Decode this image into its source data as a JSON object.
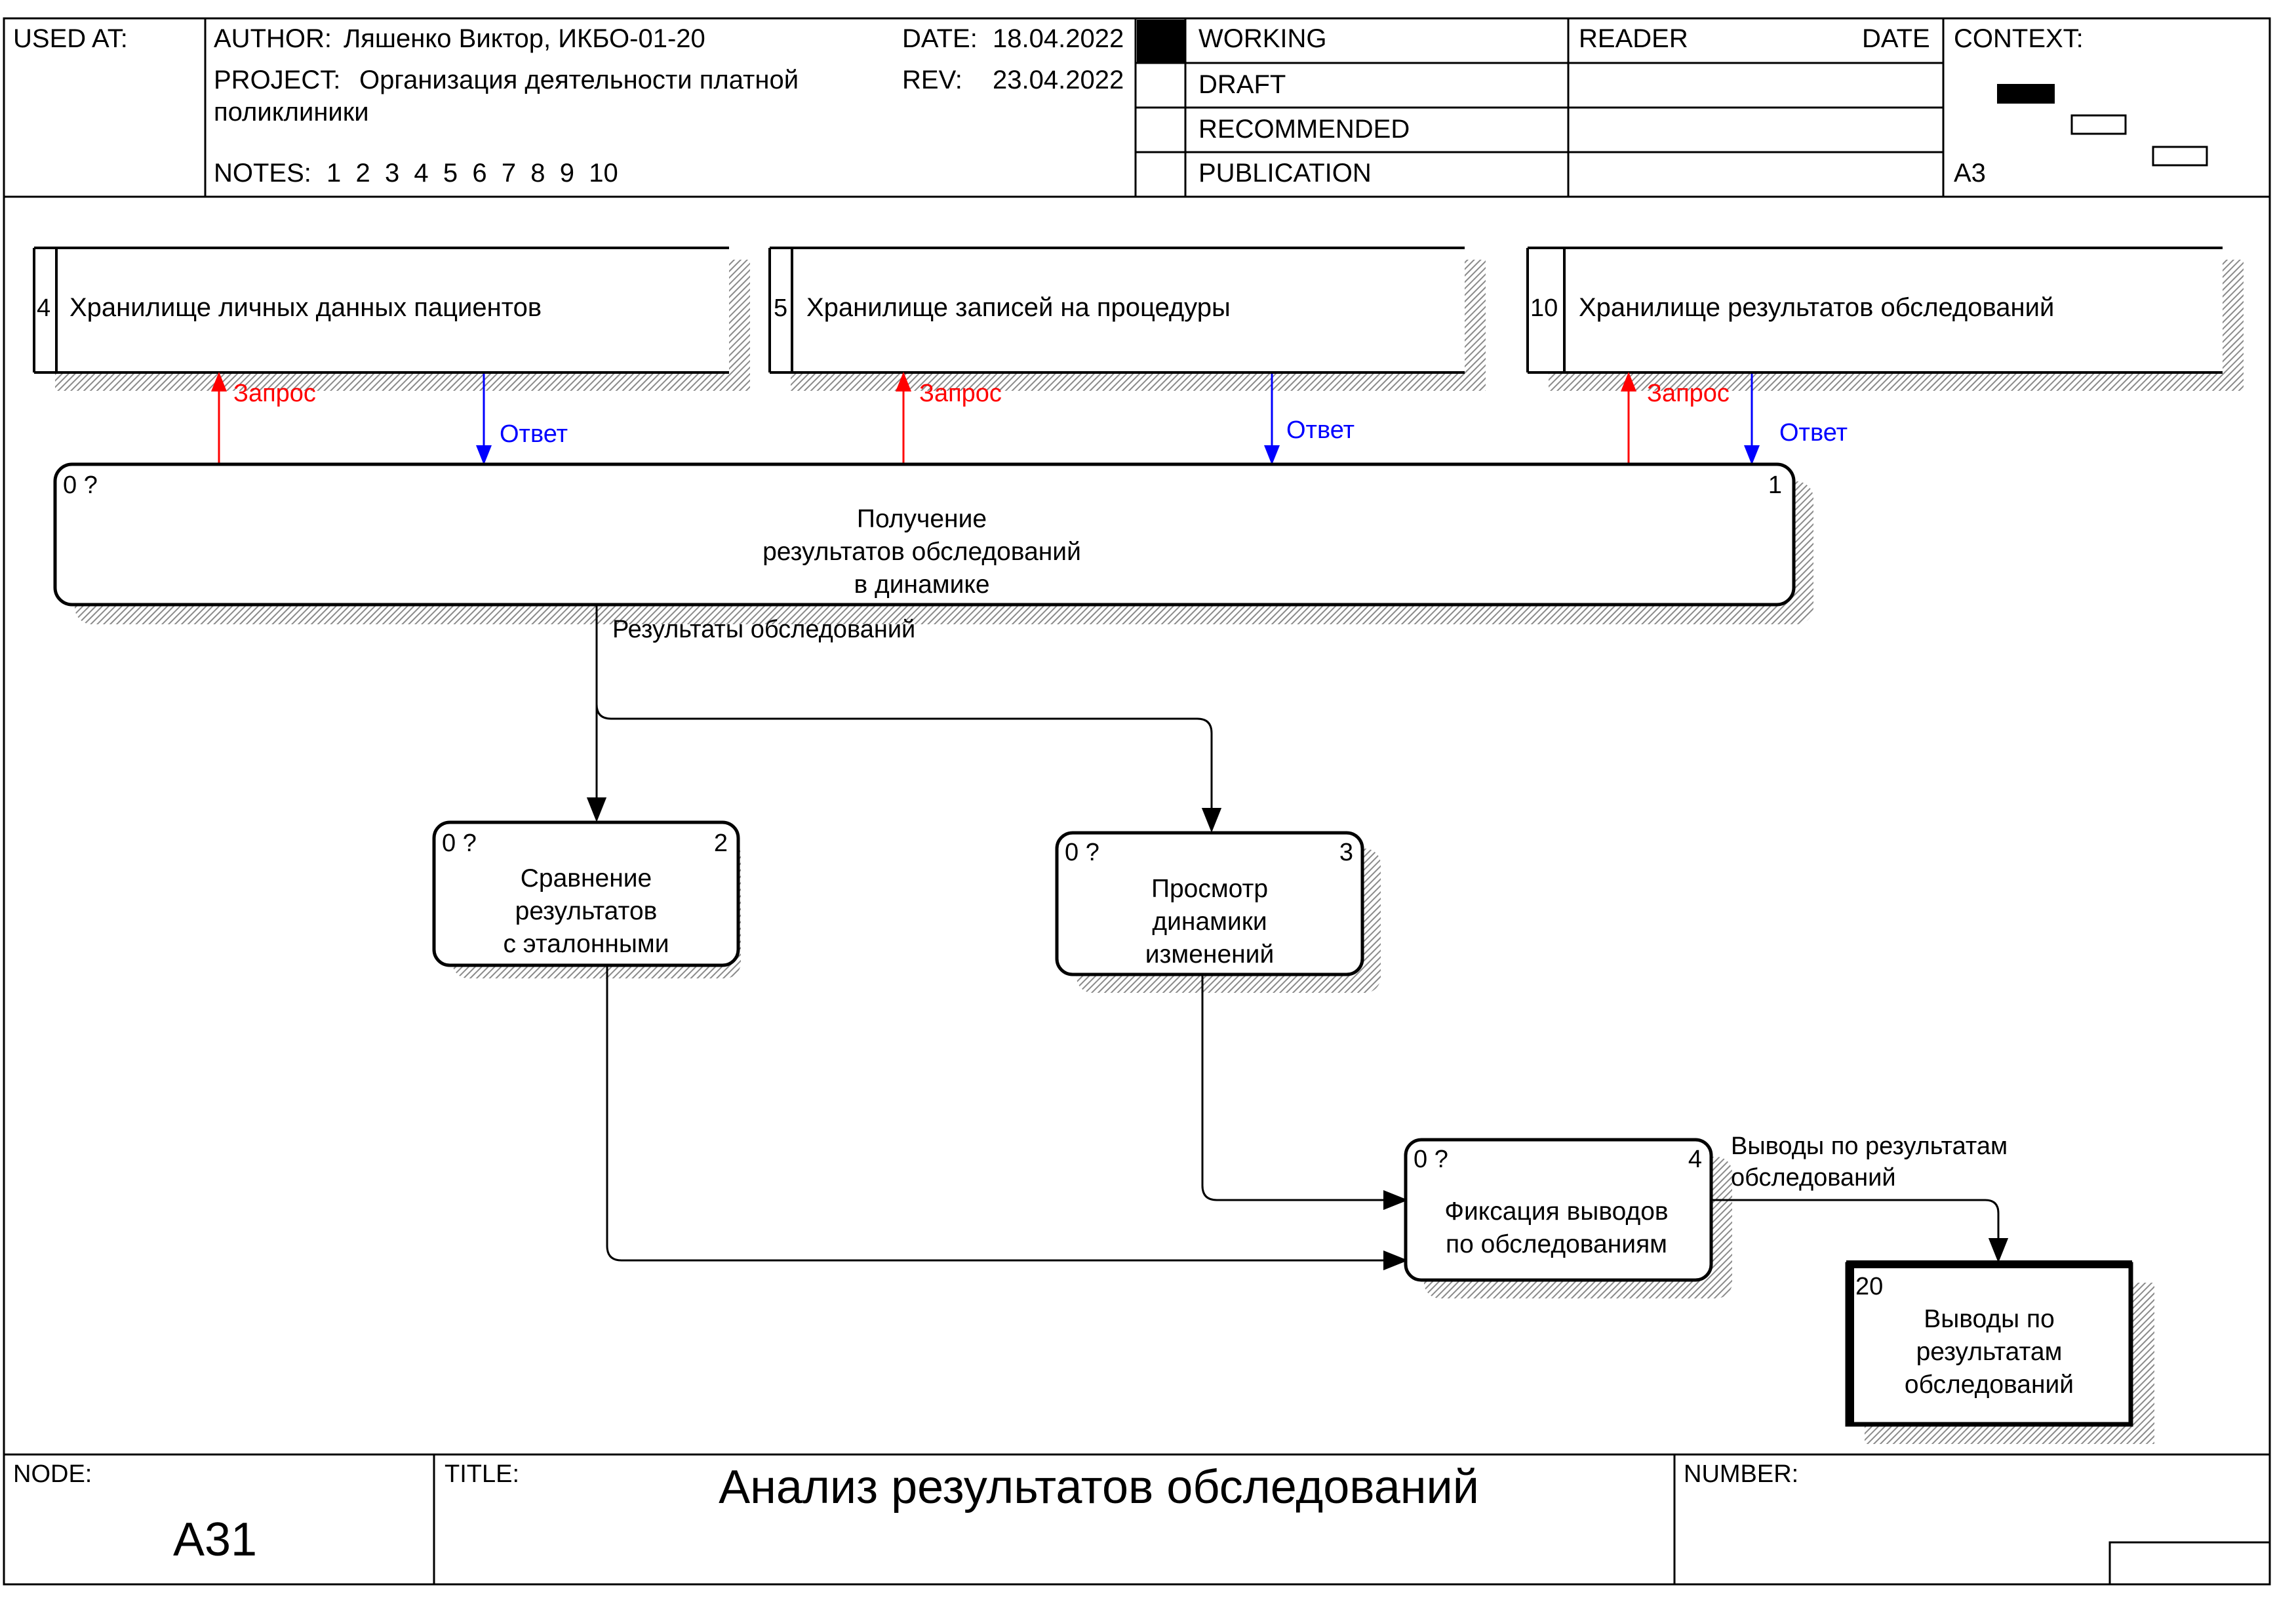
{
  "header": {
    "used_at_label": "USED AT:",
    "author_label": "AUTHOR:",
    "author_value": "Ляшенко Виктор, ИКБО-01-20",
    "date_label": "DATE:",
    "date_value": "18.04.2022",
    "project_label": "PROJECT:",
    "project_line1": "Организация деятельности платной",
    "project_line2": "поликлиники",
    "rev_label": "REV:",
    "rev_value": "23.04.2022",
    "notes_label": "NOTES:",
    "notes_numbers": "1  2  3  4  5  6  7  8  9  10",
    "status_working": "WORKING",
    "status_draft": "DRAFT",
    "status_recommended": "RECOMMENDED",
    "status_publication": "PUBLICATION",
    "reader_label": "READER",
    "reader_date_label": "DATE",
    "context_label": "CONTEXT:",
    "context_code": "A3"
  },
  "stores": [
    {
      "number": "4",
      "label": "Хранилище личных данных пациентов"
    },
    {
      "number": "5",
      "label": "Хранилище записей на процедуры"
    },
    {
      "number": "10",
      "label": "Хранилище результатов обследований"
    }
  ],
  "flows": {
    "request": "Запрос",
    "response": "Ответ",
    "results": "Результаты обследований",
    "conclusions_line1": "Выводы по результатам",
    "conclusions_line2": "обследований"
  },
  "processes": {
    "main": {
      "tag": "0 ?",
      "number": "1",
      "line1": "Получение",
      "line2": "результатов обследований",
      "line3": "в динамике"
    },
    "compare": {
      "tag": "0 ?",
      "number": "2",
      "line1": "Сравнение",
      "line2": "результатов",
      "line3": "с эталонными"
    },
    "view": {
      "tag": "0 ?",
      "number": "3",
      "line1": "Просмотр",
      "line2": "динамики",
      "line3": "изменений"
    },
    "fix": {
      "tag": "0 ?",
      "number": "4",
      "line1": "Фиксация выводов",
      "line2": "по обследованиям"
    }
  },
  "external": {
    "number": "20",
    "line1": "Выводы по",
    "line2": "результатам",
    "line3": "обследований"
  },
  "footer": {
    "node_label": "NODE:",
    "node_value": "A31",
    "title_label": "TITLE:",
    "title_value": "Анализ результатов обследований",
    "number_label": "NUMBER:"
  },
  "colors": {
    "request": "#ff0000",
    "response": "#0000ff",
    "shadow": "#9a9a9a"
  }
}
